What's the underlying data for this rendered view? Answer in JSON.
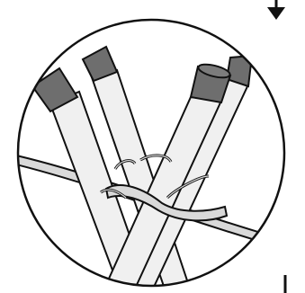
{
  "figure": {
    "subject": "knot-lashing-poles-detail",
    "pole_count": 4,
    "icons": [
      "down-arrow-icon",
      "vertical-marker-line"
    ],
    "colors": {
      "stroke": "#111111",
      "pole_fill": "#f0f0f0",
      "cap_fill": "#6e6e6e",
      "cord_fill": "#d9d9d9",
      "background": "#ffffff"
    }
  }
}
